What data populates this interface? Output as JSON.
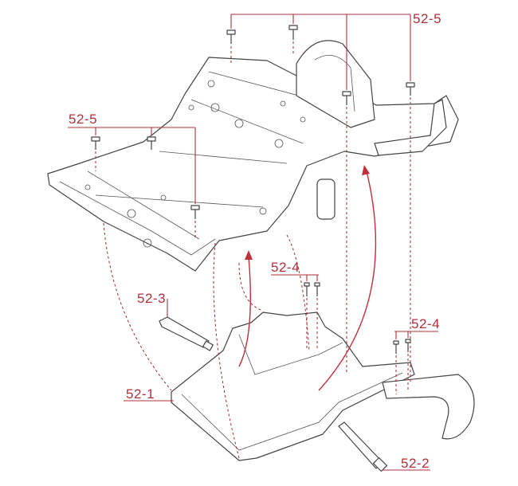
{
  "diagram": {
    "labels": {
      "top_screws": "52-5",
      "left_screws": "52-5",
      "mid_screws": "52-4",
      "right_screws": "52-4",
      "rod_left": "52-3",
      "tray": "52-1",
      "rod_right": "52-2"
    },
    "colors": {
      "callout": "#b0303a",
      "line_art": "#444444"
    }
  }
}
